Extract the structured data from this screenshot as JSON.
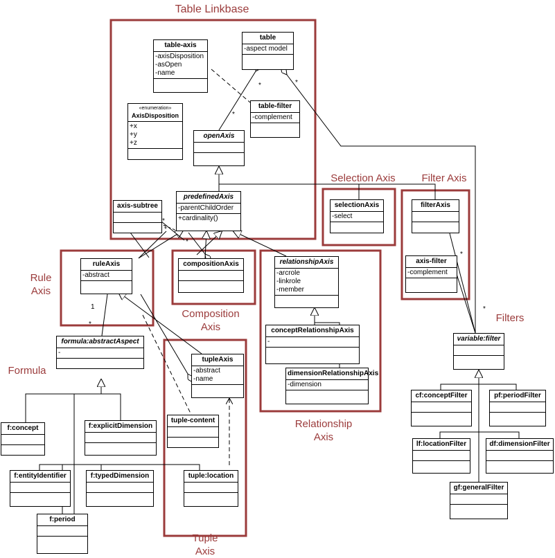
{
  "groups": {
    "table_linkbase": "Table Linkbase",
    "selection_axis": "Selection Axis",
    "filter_axis": "Filter Axis",
    "rule_axis": [
      "Rule",
      "Axis"
    ],
    "composition_axis": [
      "Composition",
      "Axis"
    ],
    "relationship_axis": [
      "Relationship",
      "Axis"
    ],
    "tuple_axis": [
      "Tuple",
      "Axis"
    ],
    "filters": "Filters",
    "formula": "Formula"
  },
  "classes": {
    "table": {
      "name": "table",
      "attrs": [
        "-aspect model"
      ]
    },
    "table_axis": {
      "name": "table-axis",
      "attrs": [
        "-axisDisposition",
        "-asOpen",
        "-name"
      ]
    },
    "axis_disposition": {
      "stereotype": "«enumeration»",
      "name": "AxisDisposition",
      "attrs": [
        "+x",
        "+y",
        "+z"
      ]
    },
    "table_filter": {
      "name": "table-filter",
      "attrs": [
        "-complement"
      ]
    },
    "open_axis": {
      "name": "openAxis"
    },
    "predefined_axis": {
      "name": "predefinedAxis",
      "attrs": [
        "-parentChildOrder"
      ],
      "ops": [
        "+cardinality()"
      ]
    },
    "axis_subtree": {
      "name": "axis-subtree"
    },
    "selection_axis": {
      "name": "selectionAxis",
      "attrs": [
        "-select"
      ]
    },
    "filter_axis": {
      "name": "filterAxis"
    },
    "axis_filter": {
      "name": "axis-filter",
      "attrs": [
        "-complement"
      ]
    },
    "rule_axis": {
      "name": "ruleAxis",
      "attrs": [
        "-abstract"
      ]
    },
    "composition_axis": {
      "name": "compositionAxis"
    },
    "relationship_axis": {
      "name": "relationshipAxis",
      "attrs": [
        "-arcrole",
        "-linkrole",
        "-member"
      ]
    },
    "concept_relationship_axis": {
      "name": "conceptRelationshipAxis",
      "attrs": [
        "-"
      ]
    },
    "dimension_relationship_axis": {
      "name": "dimensionRelationshipAxis",
      "attrs": [
        "-dimension"
      ]
    },
    "tuple_axis": {
      "name": "tupleAxis",
      "attrs": [
        "-abstract",
        "-name"
      ]
    },
    "tuple_content": {
      "name": "tuple-content"
    },
    "tuple_location": {
      "name": "tuple:location"
    },
    "abstract_aspect": {
      "name": "formula:abstractAspect",
      "attrs": [
        "-"
      ]
    },
    "f_concept": {
      "name": "f:concept"
    },
    "f_explicit_dimension": {
      "name": "f:explicitDimension"
    },
    "f_entity_identifier": {
      "name": "f:entityIdentifier"
    },
    "f_typed_dimension": {
      "name": "f:typedDimension"
    },
    "f_period": {
      "name": "f:period"
    },
    "variable_filter": {
      "name": "variable:filter"
    },
    "cf_concept_filter": {
      "name": "cf:conceptFilter"
    },
    "pf_period_filter": {
      "name": "pf:periodFilter"
    },
    "lf_location_filter": {
      "name": "lf:locationFilter"
    },
    "df_dimension_filter": {
      "name": "df:dimensionFilter"
    },
    "gf_general_filter": {
      "name": "gf:generalFilter"
    }
  },
  "multiplicities": [
    "*",
    "*",
    "*",
    "*",
    "*",
    "*",
    "1",
    "*",
    "*",
    "*"
  ],
  "colors": {
    "group_border": "#9b3b3b",
    "line": "#000000"
  }
}
